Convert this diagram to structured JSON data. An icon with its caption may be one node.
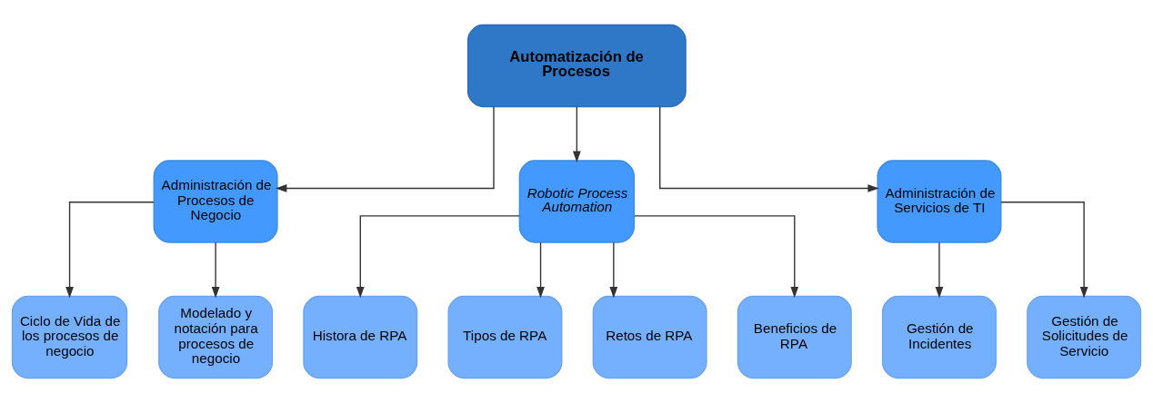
{
  "diagram": {
    "nodes": [
      {
        "text": [
          "Automatización de Procesos"
        ]
      },
      {
        "text": [
          "Administración de Procesos de Negocio"
        ]
      },
      {
        "text": [
          "Robotic Process Automation"
        ]
      },
      {
        "text": [
          "Administración de Servicios de TI"
        ]
      },
      {
        "text": [
          "Ciclo de Vida de los procesos de negocio"
        ]
      },
      {
        "text": [
          "Modelado y notación para procesos de negocio"
        ]
      },
      {
        "text": [
          "Histora de RPA"
        ]
      },
      {
        "text": [
          "Tipos de RPA"
        ]
      },
      {
        "text": [
          "Retos de RPA"
        ]
      },
      {
        "text": [
          "Beneficios de RPA"
        ]
      },
      {
        "text": [
          "Gestión de Incidentes"
        ]
      },
      {
        "text": [
          "Gestión de Solicitudes de Servicio"
        ]
      }
    ],
    "edges": [
      {
        "from": 0,
        "to": 1,
        "arrow": "to"
      },
      {
        "from": 0,
        "to": 2,
        "arrow": "to"
      },
      {
        "from": 0,
        "to": 3,
        "arrow": "to"
      },
      {
        "from": 1,
        "to": 4,
        "arrow": "to"
      },
      {
        "from": 1,
        "to": 5,
        "arrow": "to"
      },
      {
        "from": 2,
        "to": 6,
        "arrow": "to"
      },
      {
        "from": 2,
        "to": 7,
        "arrow": "to"
      },
      {
        "from": 2,
        "to": 8,
        "arrow": "to"
      },
      {
        "from": 2,
        "to": 9,
        "arrow": "to"
      },
      {
        "from": 3,
        "to": 10,
        "arrow": "to"
      },
      {
        "from": 3,
        "to": 11,
        "arrow": "to"
      }
    ]
  }
}
